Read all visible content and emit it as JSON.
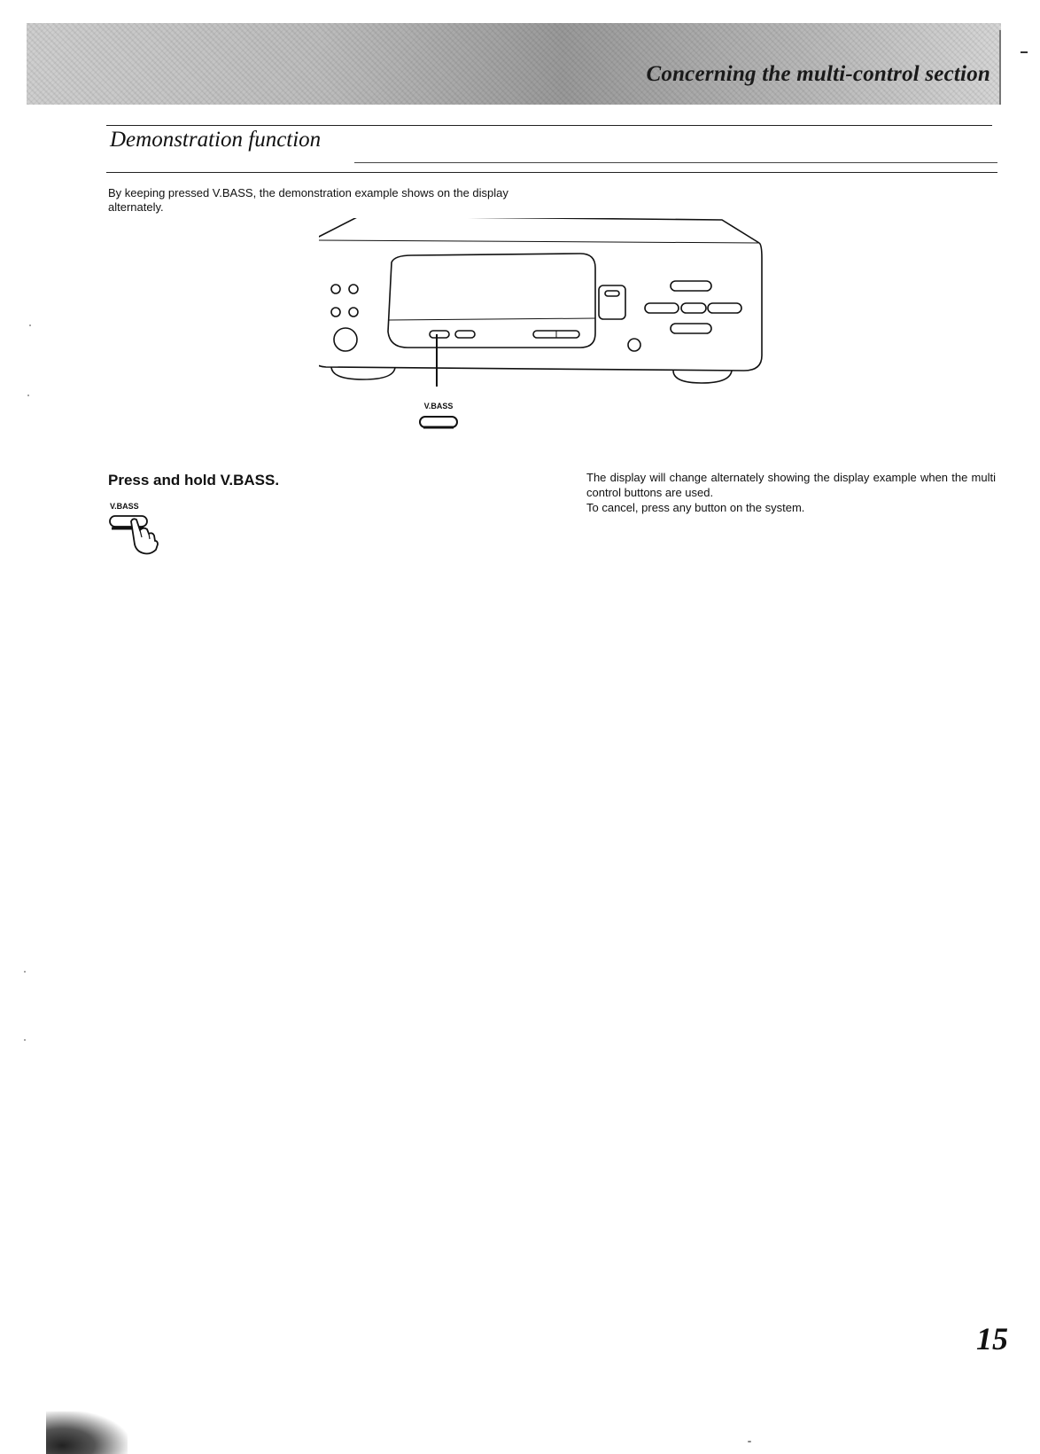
{
  "header": {
    "title": "Concerning the multi-control section"
  },
  "section": {
    "title": "Demonstration function"
  },
  "intro_text": "By keeping pressed V.BASS, the demonstration example shows on the display alternately.",
  "figure": {
    "button_label": "V.BASS"
  },
  "step": {
    "label": "Press and hold V.BASS.",
    "button_label": "V.BASS"
  },
  "description": {
    "line1": "The display will change alternately showing the display example when the multi control buttons are used.",
    "line2": "To cancel, press any button on the system."
  },
  "page_number": "15"
}
